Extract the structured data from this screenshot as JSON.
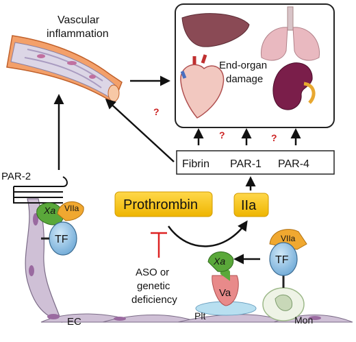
{
  "labels": {
    "vascular_line1": "Vascular",
    "vascular_line2": "inflammation",
    "endorgan_line1": "End-organ",
    "endorgan_line2": "damage",
    "question": "?",
    "fibrin": "Fibrin",
    "par1": "PAR-1",
    "par4": "PAR-4",
    "par2": "PAR-2",
    "prothrombin": "Prothrombin",
    "iia": "IIa",
    "aso_line1": "ASO or",
    "aso_line2": "genetic",
    "aso_line3": "deficiency",
    "xa": "Xa",
    "viia": "VIIa",
    "tf": "TF",
    "va": "Va",
    "plt": "Plt",
    "mon": "Mon",
    "ec": "EC"
  },
  "colors": {
    "question_red": "#cc2222",
    "inhibitor_red": "#dd2222",
    "yellow_box": "#f5c400",
    "tf_blue": "#8fc3e6",
    "xa_green": "#5aa83a",
    "viia_orange": "#f0a830",
    "va_pink": "#e88a8a",
    "ec_purple": "#cfc0d6"
  }
}
